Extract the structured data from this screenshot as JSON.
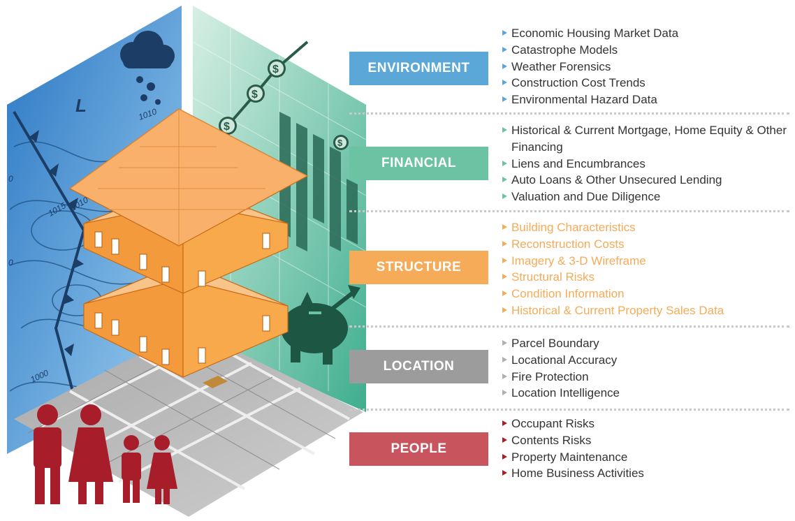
{
  "colors": {
    "environment": "#5ba8d8",
    "financial": "#6cc3a4",
    "structure": "#f5ab58",
    "location": "#9c9c9c",
    "people": "#c8555e",
    "people_figures": "#a71d2a",
    "house": "#f5a04a"
  },
  "illustration": {
    "pressure_labels": [
      "1010",
      "1015",
      "1010",
      "1000",
      "1000",
      "0",
      "0"
    ],
    "weather_low_label": "L",
    "dollar_glyph": "$"
  },
  "categories": [
    {
      "key": "environment",
      "label": "ENVIRONMENT",
      "items": [
        "Economic Housing Market Data",
        "Catastrophe Models",
        "Weather Forensics",
        "Construction Cost Trends",
        "Environmental Hazard Data"
      ]
    },
    {
      "key": "financial",
      "label": "FINANCIAL",
      "items": [
        "Historical & Current Mortgage, Home Equity & Other Financing",
        "Liens and Encumbrances",
        "Auto Loans & Other Unsecured Lending",
        "Valuation and Due Diligence"
      ]
    },
    {
      "key": "structure",
      "label": "STRUCTURE",
      "items": [
        "Building Characteristics",
        "Reconstruction Costs",
        "Imagery & 3-D Wireframe",
        "Structural Risks",
        "Condition Information",
        "Historical & Current Property Sales Data"
      ]
    },
    {
      "key": "location",
      "label": "LOCATION",
      "items": [
        "Parcel Boundary",
        "Locational Accuracy",
        "Fire Protection",
        "Location Intelligence"
      ]
    },
    {
      "key": "people",
      "label": "PEOPLE",
      "items": [
        "Occupant Risks",
        "Contents Risks",
        "Property Maintenance",
        "Home Business Activities"
      ]
    }
  ]
}
